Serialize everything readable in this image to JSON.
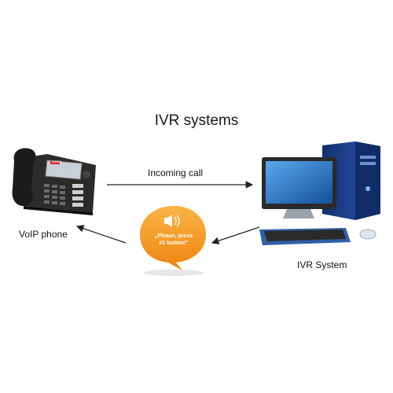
{
  "title": "IVR systems",
  "nodes": {
    "phone": {
      "label": "VoIP phone",
      "screen_brand": "OZEKI"
    },
    "computer": {
      "label": "IVR System"
    }
  },
  "edges": {
    "incoming": {
      "label": "Incoming call"
    }
  },
  "bubble": {
    "line1": "„Please, press",
    "line2": "#1 button!\""
  },
  "colors": {
    "bubble": "#f39a1c",
    "monitor_screen": "#1f6fbf",
    "tower": "#1c3f8f"
  }
}
